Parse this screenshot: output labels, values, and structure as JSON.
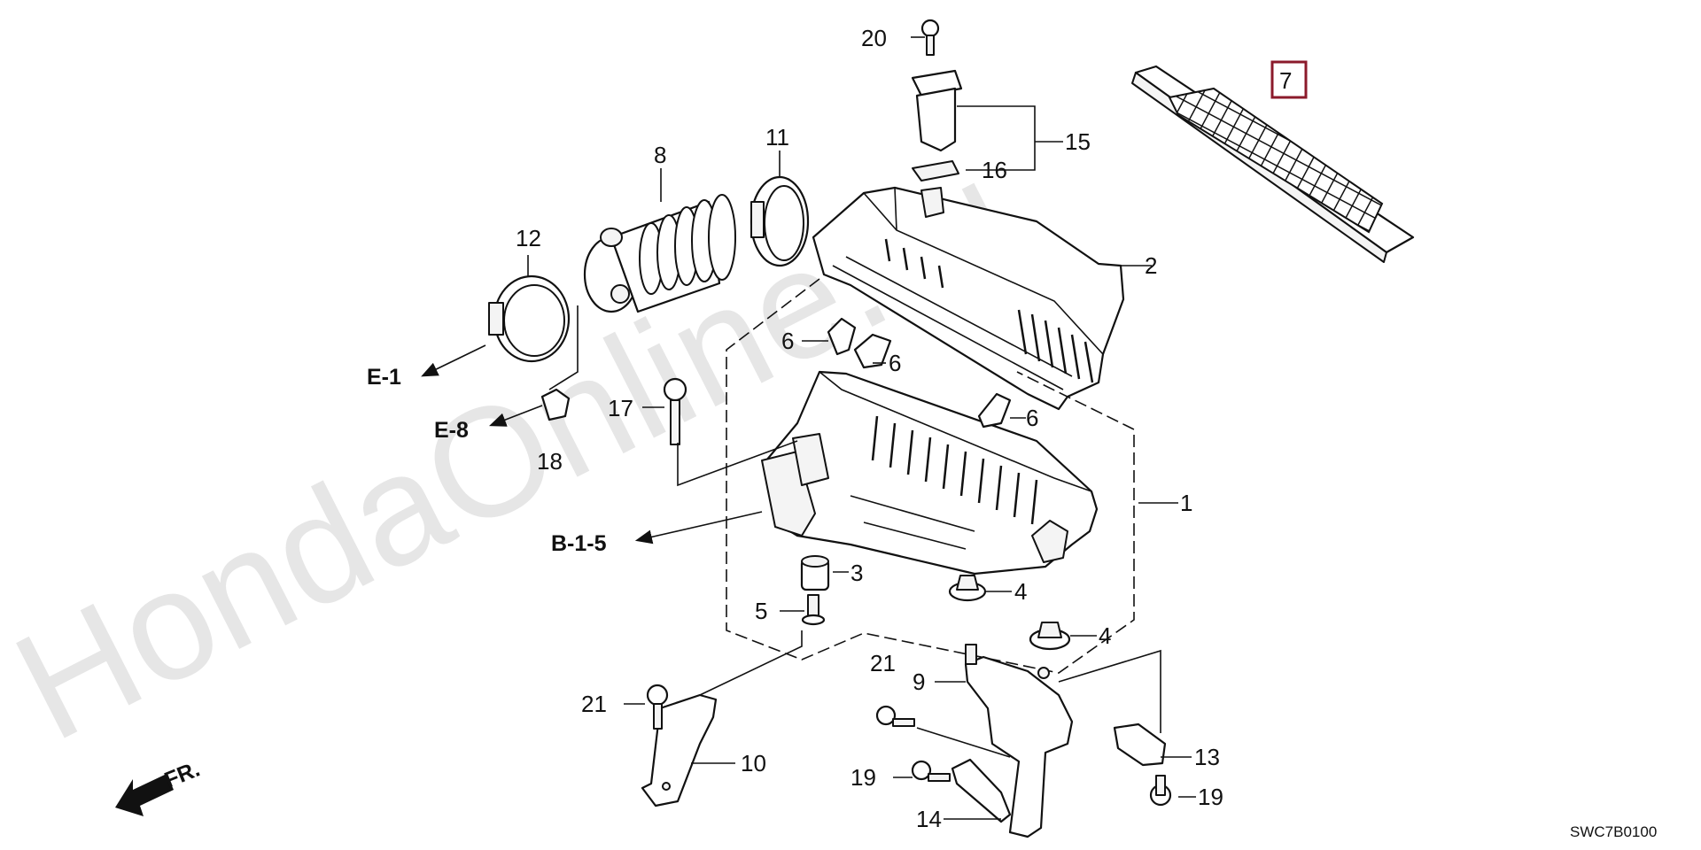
{
  "watermark": "HondaOnline.ru",
  "diagram_code": "SWC7B0100",
  "direction_label": "FR.",
  "highlighted_part": "7",
  "callouts": {
    "p1": "1",
    "p2": "2",
    "p3": "3",
    "p4a": "4",
    "p4b": "4",
    "p5": "5",
    "p6a": "6",
    "p6b": "6",
    "p6c": "6",
    "p7": "7",
    "p8": "8",
    "p9": "9",
    "p10": "10",
    "p11": "11",
    "p12": "12",
    "p13": "13",
    "p14": "14",
    "p15": "15",
    "p16": "16",
    "p17": "17",
    "p18": "18",
    "p19a": "19",
    "p19b": "19",
    "p20": "20",
    "p21a": "21",
    "p21b": "21"
  },
  "references": {
    "e1": "E-1",
    "e8": "E-8",
    "b15": "B-1-5"
  }
}
